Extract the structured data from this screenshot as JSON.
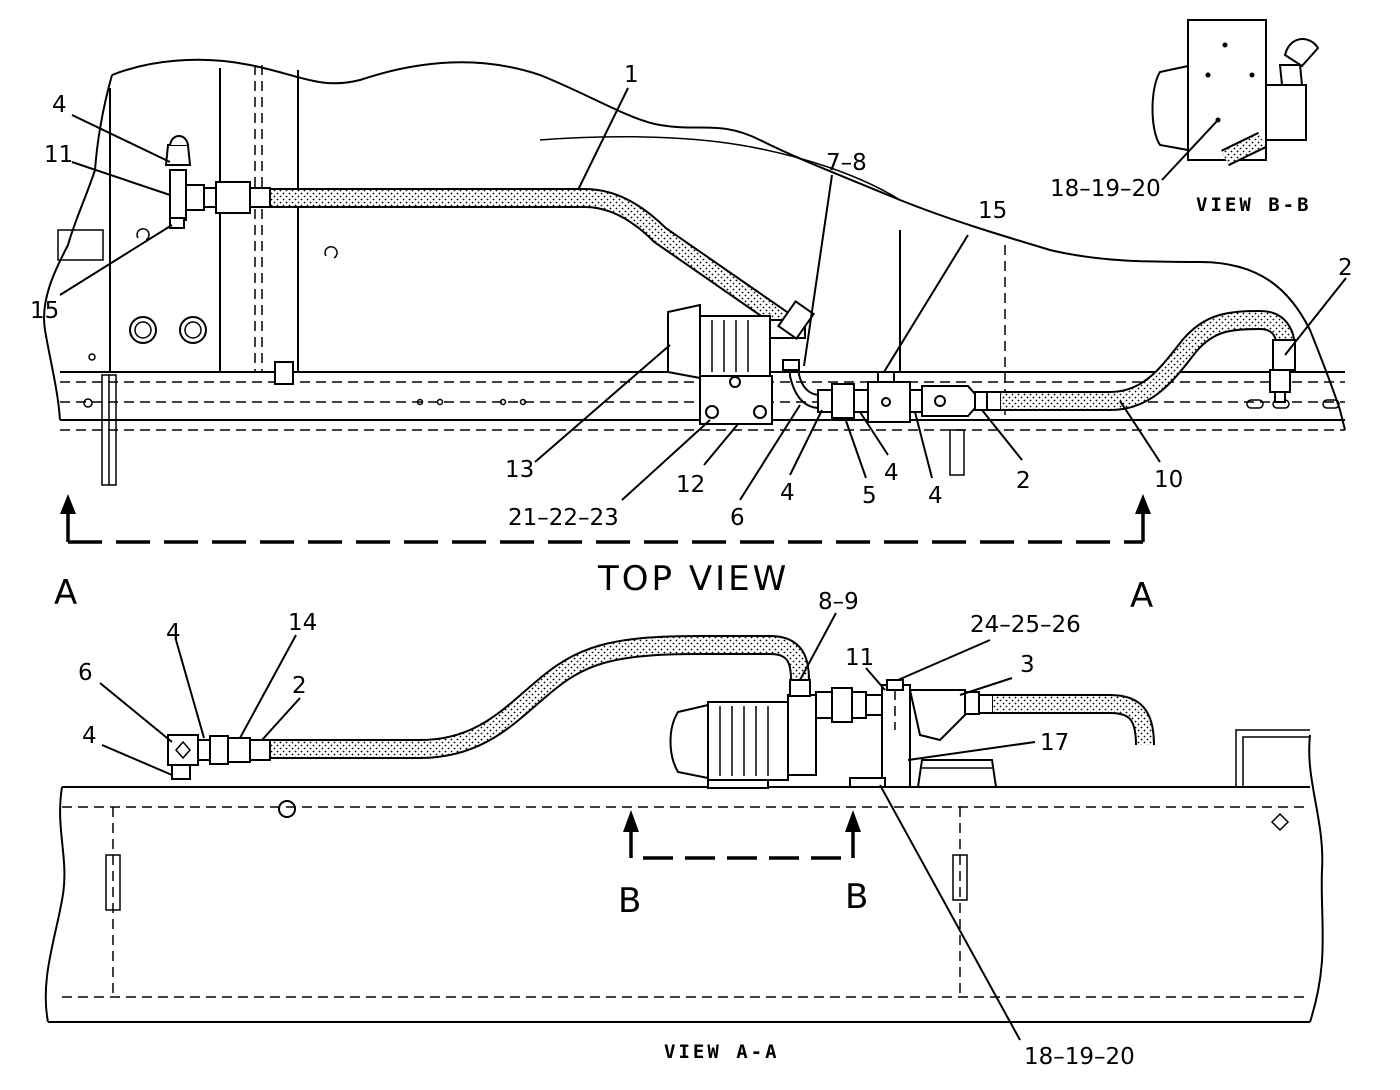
{
  "captions": {
    "top_view": "TOP VIEW",
    "view_aa": "VIEW A-A",
    "view_bb": "VIEW B-B",
    "section_a_left": "A",
    "section_a_right": "A",
    "section_b_left": "B",
    "section_b_right": "B"
  },
  "callouts": {
    "top": [
      {
        "key": "t1",
        "text": "1"
      },
      {
        "key": "t4a",
        "text": "4"
      },
      {
        "key": "t11",
        "text": "11"
      },
      {
        "key": "t15a",
        "text": "15"
      },
      {
        "key": "t78",
        "text": "7–8"
      },
      {
        "key": "t15b",
        "text": "15"
      },
      {
        "key": "t2a",
        "text": "2"
      },
      {
        "key": "t13",
        "text": "13"
      },
      {
        "key": "t212223",
        "text": "21–22–23"
      },
      {
        "key": "t12",
        "text": "12"
      },
      {
        "key": "t6",
        "text": "6"
      },
      {
        "key": "t4b",
        "text": "4"
      },
      {
        "key": "t5",
        "text": "5"
      },
      {
        "key": "t4c",
        "text": "4"
      },
      {
        "key": "t4d",
        "text": "4"
      },
      {
        "key": "t2b",
        "text": "2"
      },
      {
        "key": "t10",
        "text": "10"
      },
      {
        "key": "t181920a",
        "text": "18–19–20"
      }
    ],
    "side": [
      {
        "key": "s89",
        "text": "8–9"
      },
      {
        "key": "s4a",
        "text": "4"
      },
      {
        "key": "s14",
        "text": "14"
      },
      {
        "key": "s6",
        "text": "6"
      },
      {
        "key": "s2",
        "text": "2"
      },
      {
        "key": "s4b",
        "text": "4"
      },
      {
        "key": "s242526",
        "text": "24–25–26"
      },
      {
        "key": "s11",
        "text": "11"
      },
      {
        "key": "s3",
        "text": "3"
      },
      {
        "key": "s17",
        "text": "17"
      },
      {
        "key": "s181920",
        "text": "18–19–20"
      }
    ]
  }
}
